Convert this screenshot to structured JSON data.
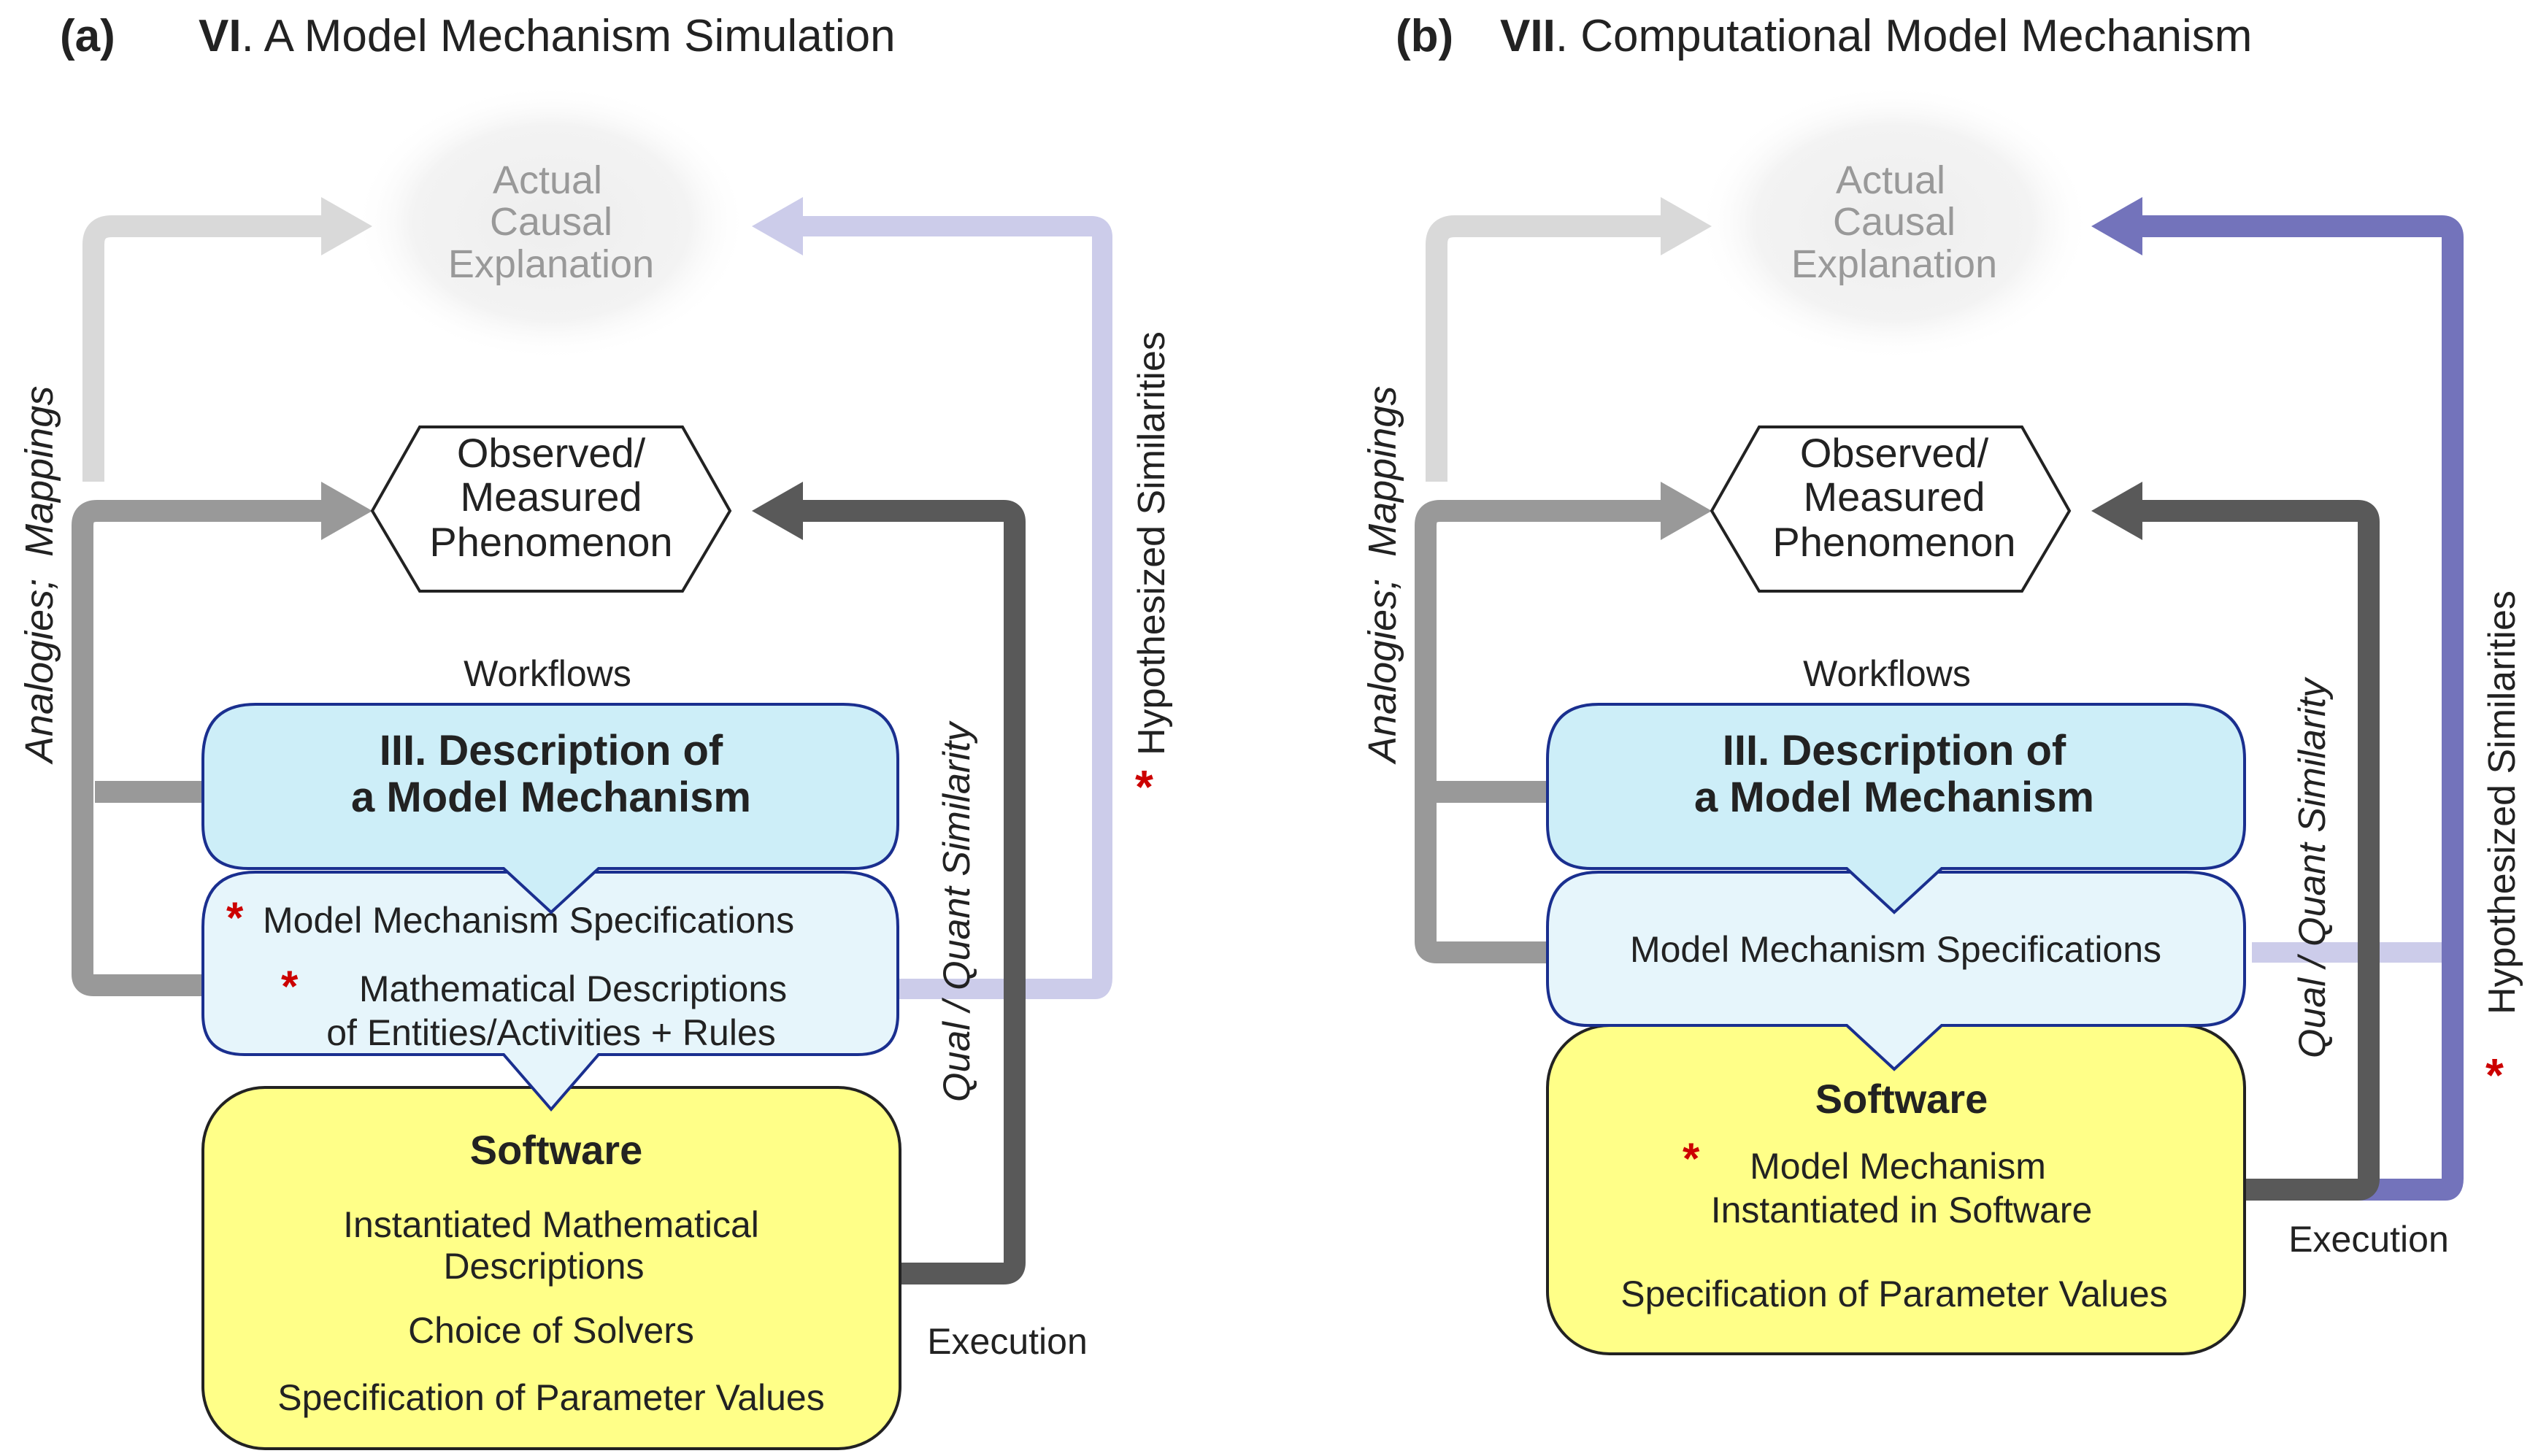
{
  "panel_a": {
    "panel_label": "(a)",
    "title_bold": "VI",
    "title_rest": ". A Model Mechanism Simulation",
    "actual_lines": [
      "Actual",
      "Causal",
      "Explanation"
    ],
    "observed_lines": [
      "Observed/",
      "Measured",
      "Phenomenon"
    ],
    "workflows": "Workflows",
    "description_lines": [
      "III.  Description of",
      "a Model Mechanism"
    ],
    "spec_1": "Model Mechanism Specifications",
    "spec_2_lines": [
      "Mathematical Descriptions",
      "of Entities/Activities + Rules"
    ],
    "software_title": "Software",
    "software_lines": [
      "Instantiated Mathematical",
      "Descriptions",
      "Choice of Solvers",
      "Specification of Parameter Values"
    ],
    "execution": "Execution",
    "left_vertical_italic": "Analogies;",
    "left_vertical_italic2": "Mappings",
    "qual": "Qual / Quant Similarity",
    "hypothesized": "Hypothesized Similarities",
    "star": "*"
  },
  "panel_b": {
    "panel_label": "(b)",
    "title_bold": "VII",
    "title_rest": ". Computational Model Mechanism",
    "actual_lines": [
      "Actual",
      "Causal",
      "Explanation"
    ],
    "observed_lines": [
      "Observed/",
      "Measured",
      "Phenomenon"
    ],
    "workflows": "Workflows",
    "description_lines": [
      "III.  Description of",
      "a Model Mechanism"
    ],
    "spec_1": "Model Mechanism Specifications",
    "software_title": "Software",
    "software_lines": [
      "Model Mechanism",
      "Instantiated in Software",
      "Specification of Parameter Values"
    ],
    "execution": "Execution",
    "left_vertical_italic": "Analogies;",
    "left_vertical_italic2": "Mappings",
    "qual": "Qual / Quant Similarity",
    "hypothesized": "Hypothesized Similarities",
    "star": "*"
  },
  "colors": {
    "light_gray_arrow": "#d9d9d9",
    "mid_gray_arrow": "#999999",
    "dark_gray_arrow": "#595959",
    "lavender_arrow": "#ccccea",
    "blue_arrow": "#7373bb",
    "description_fill": "#cdeef8",
    "spec_fill": "#e6f5fb",
    "box_stroke": "#1a2f8f",
    "software_fill": "#ffff88",
    "star": "#cc0000"
  }
}
